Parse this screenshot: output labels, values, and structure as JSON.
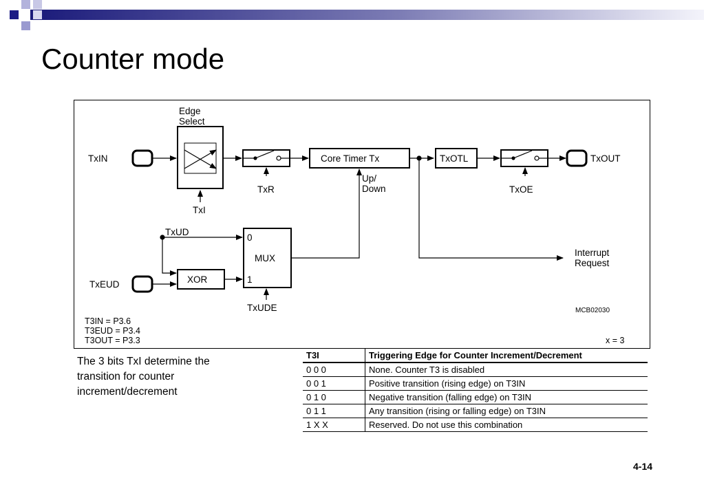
{
  "slide": {
    "title": "Counter mode",
    "page_number": "4-14",
    "caption_lines": [
      "The 3 bits TxI determine the",
      "transition for counter",
      "increment/decrement"
    ]
  },
  "diagram": {
    "edge_select": [
      "Edge",
      "Select"
    ],
    "txin": "TxIN",
    "txi": "TxI",
    "txr": "TxR",
    "core_timer": "Core Timer Tx",
    "up_down": [
      "Up/",
      "Down"
    ],
    "txotl": "TxOTL",
    "txoe": "TxOE",
    "txout": "TxOUT",
    "txud": "TxUD",
    "mux": "MUX",
    "mux_in0": "0",
    "mux_in1": "1",
    "xor": "XOR",
    "txeud": "TxEUD",
    "txude": "TxUDE",
    "interrupt": [
      "Interrupt",
      "Request"
    ],
    "ref_code": "MCB02030",
    "pin_map": [
      "T3IN = P3.6",
      "T3EUD = P3.4",
      "T3OUT = P3.3"
    ],
    "x_note": "x = 3"
  },
  "table": {
    "headers": [
      "T3I",
      "Triggering Edge for Counter Increment/Decrement"
    ],
    "rows": [
      [
        "0 0 0",
        "None. Counter T3 is disabled"
      ],
      [
        "0 0 1",
        "Positive transition (rising edge) on T3IN"
      ],
      [
        "0 1 0",
        "Negative transition (falling edge) on T3IN"
      ],
      [
        "0 1 1",
        "Any transition (rising or falling edge) on T3IN"
      ],
      [
        "1 X X",
        "Reserved. Do not use this combination"
      ]
    ]
  },
  "colors": {
    "bar_dark": "#1a1a7a",
    "bar_light": "#f4f4fb",
    "square_dark": "#1b1b85",
    "square_light": "#9a9ad0"
  }
}
